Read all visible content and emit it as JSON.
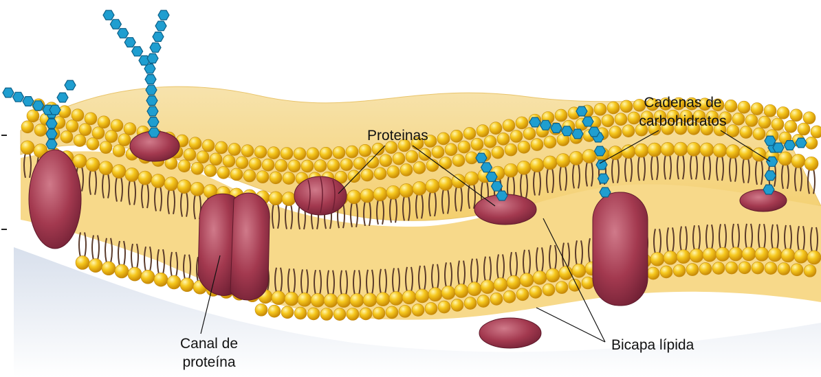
{
  "labels": {
    "proteinas": "Proteinas",
    "cadenas_line1": "Cadenas de",
    "cadenas_line2": "carbohidratos",
    "canal_line1": "Canal de",
    "canal_line2": "proteína",
    "bicapa": "Bicapa lípida"
  },
  "colors": {
    "membrane_fill": "#f8d98a",
    "lipid_head": "#f4c31c",
    "lipid_tail": "#5a3a2a",
    "protein": "#a3394f",
    "carbohydrate": "#1f9ed0",
    "shadow": "#b9c7dc"
  }
}
